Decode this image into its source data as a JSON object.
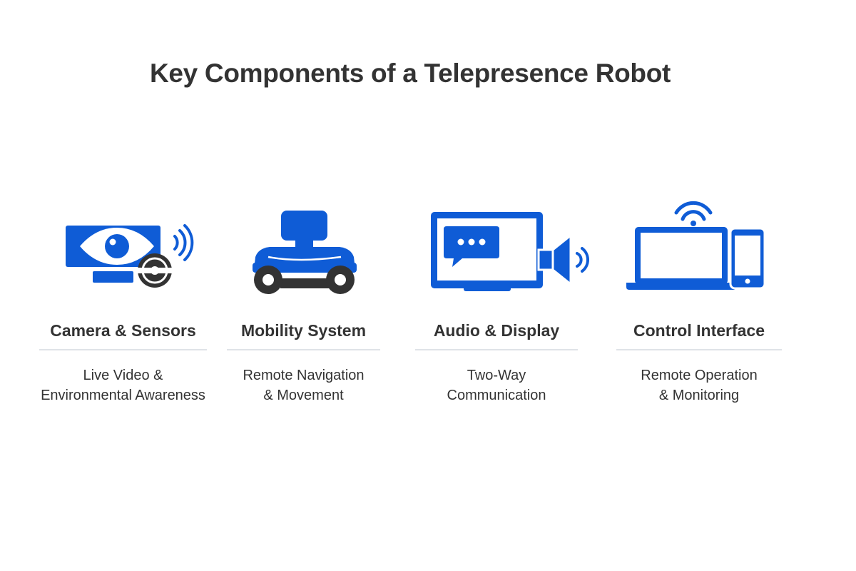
{
  "page": {
    "title": "Key Components of a Telepresence Robot"
  },
  "colors": {
    "accent": "#0f5cd6",
    "text": "#333333",
    "dark": "#333333",
    "divider": "#dfe3e8"
  },
  "components": [
    {
      "title": "Camera & Sensors",
      "description_line1": "Live Video &",
      "description_line2": "Environmental Awareness",
      "icon": "camera-eye-sensor-icon"
    },
    {
      "title": "Mobility System",
      "description_line1": "Remote Navigation",
      "description_line2": "& Movement",
      "icon": "robot-base-wheels-icon"
    },
    {
      "title": "Audio & Display",
      "description_line1": "Two-Way",
      "description_line2": "Communication",
      "icon": "monitor-speaker-icon"
    },
    {
      "title": "Control Interface",
      "description_line1": "Remote Operation",
      "description_line2": "& Monitoring",
      "icon": "laptop-phone-wifi-icon"
    }
  ]
}
